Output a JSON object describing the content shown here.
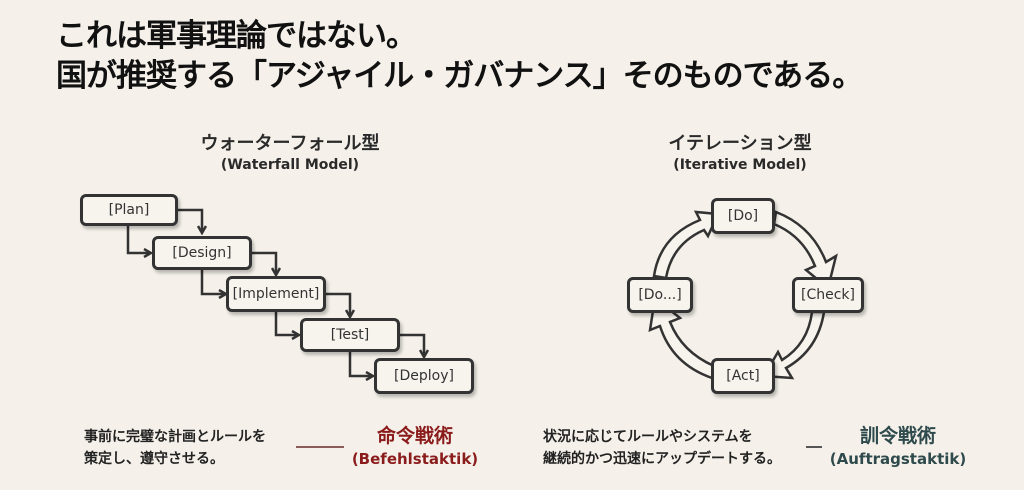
{
  "headline": {
    "line1": "これは軍事理論ではない。",
    "line2": "国が推奨する「アジャイル・ガバナンス」そのものである。"
  },
  "waterfall": {
    "title_jp": "ウォーターフォール型",
    "title_en": "(Waterfall Model)",
    "steps": [
      "[Plan]",
      "[Design]",
      "[Implement]",
      "[Test]",
      "[Deploy]"
    ],
    "description": [
      "事前に完璧な計画とルールを",
      "策定し、遵守させる。"
    ],
    "tactic_jp": "命令戦術",
    "tactic_en": "(Befehlstaktik)",
    "accent_color": "#8b1c1c"
  },
  "iterative": {
    "title_jp": "イテレーション型",
    "title_en": "(Iterative Model)",
    "steps": [
      "[Do]",
      "[Check]",
      "[Act]",
      "[Do...]"
    ],
    "description": [
      "状況に応じてルールやシステムを",
      "継続的かつ迅速にアップデートする。"
    ],
    "tactic_jp": "訓令戦術",
    "tactic_en": "(Auftragstaktik)",
    "accent_color": "#2f4a4c"
  }
}
